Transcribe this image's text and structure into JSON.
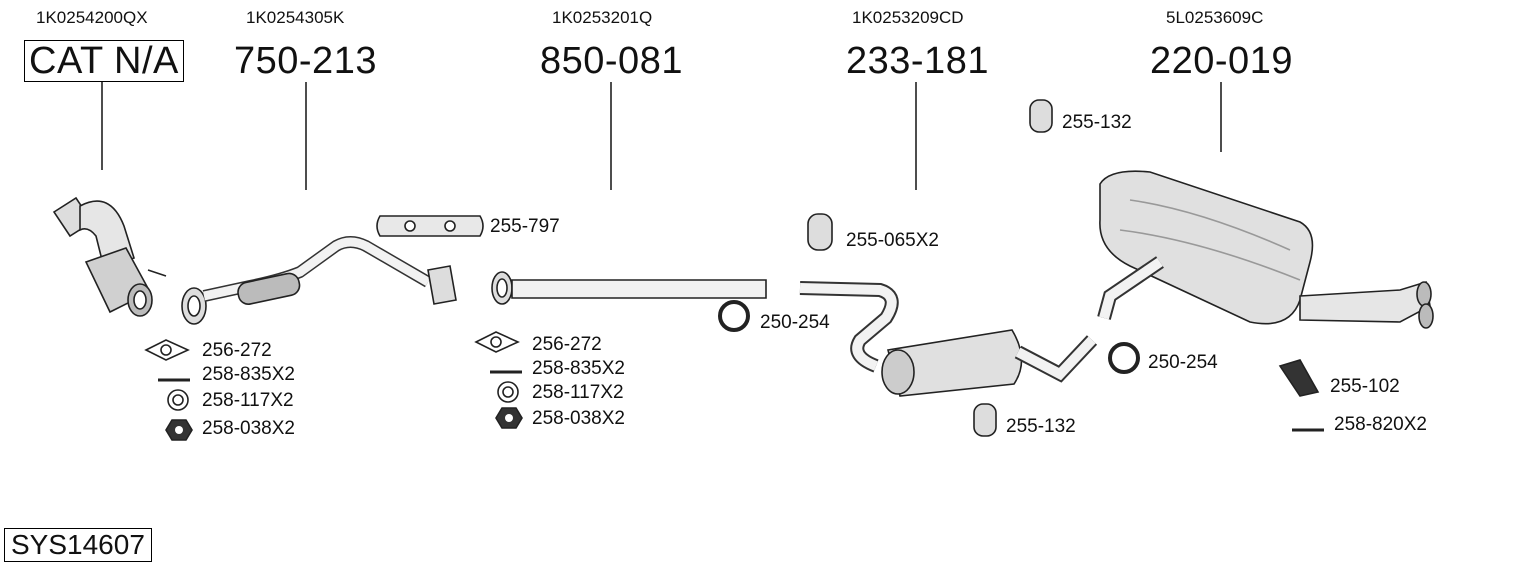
{
  "oem_numbers": [
    "1K0254200QX",
    "1K0254305K",
    "1K0253201Q",
    "1K0253209CD",
    "5L0253609C"
  ],
  "main_parts": [
    "CAT N/A",
    "750-213",
    "850-081",
    "233-181",
    "220-019"
  ],
  "fittings": {
    "g1": [
      "256-272",
      "258-835X2",
      "258-117X2",
      "258-038X2"
    ],
    "g2": [
      "255-797"
    ],
    "g3": [
      "256-272",
      "258-835X2",
      "258-117X2",
      "258-038X2"
    ],
    "g4": [
      "250-254",
      "255-065X2"
    ],
    "g5": [
      "255-132",
      "250-254",
      "255-132",
      "255-102",
      "258-820X2"
    ]
  },
  "system_number": "SYS14607"
}
